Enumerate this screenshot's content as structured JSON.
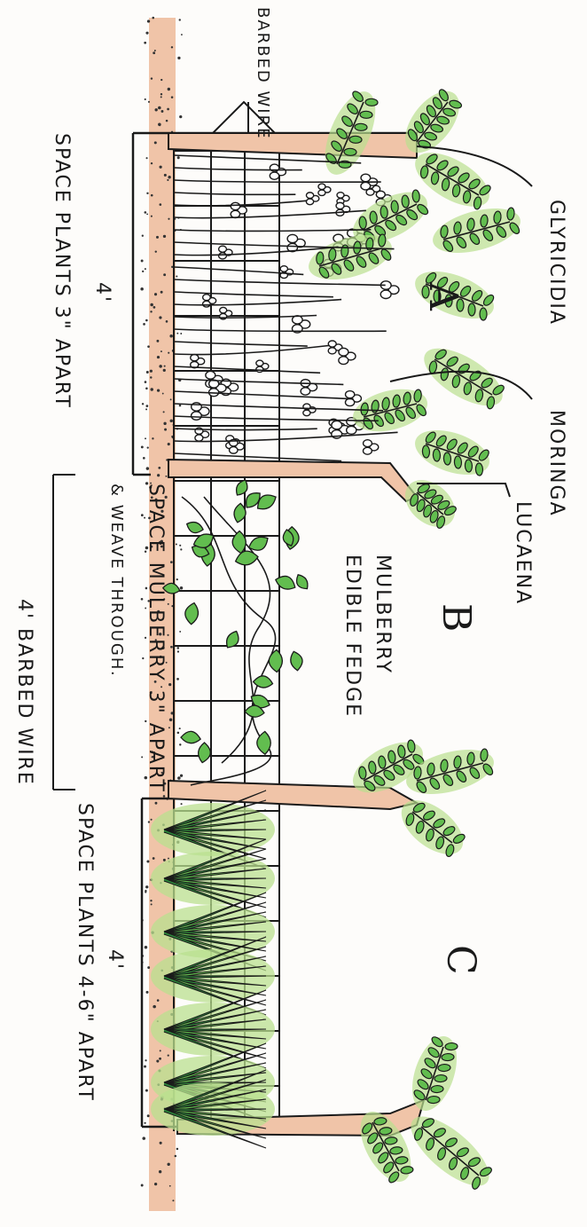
{
  "labels": {
    "barbed_wire": "BARBED WIRE",
    "glyricidia": "GLYRICIDIA",
    "moringa": "MORINGA",
    "lucaena": "LUCAENA",
    "mulberry_edible_fedge": "MULBERRY EDIBLE FEDGE",
    "space_plants_3_apart": "SPACE PLANTS 3\" APART",
    "space_mulberry_3_apart": "SPACE MULBERRY 3\" APART",
    "and_weave_through": "& WEAVE THROUGH.",
    "four_foot_barbed_wire": "4' BARBED WIRE",
    "space_plants_4_6_apart": "SPACE PLANTS 4-6\" APART",
    "height_a": "4'",
    "height_c": "4'",
    "section_a": "A",
    "section_b": "B",
    "section_c": "C"
  },
  "colors": {
    "ink": "#1a1a1a",
    "soil": "#f0c4a8",
    "leaf_light": "#b9e08f",
    "leaf_mid": "#62bd4f",
    "leaf_dark": "#2e8a3c"
  },
  "icons": [
    "glyricidia-tree-icon",
    "moringa-tree-icon",
    "lucaena-tree-icon",
    "mulberry-vine-icon",
    "pineapple-plant-icon",
    "barbed-wire-icon"
  ]
}
